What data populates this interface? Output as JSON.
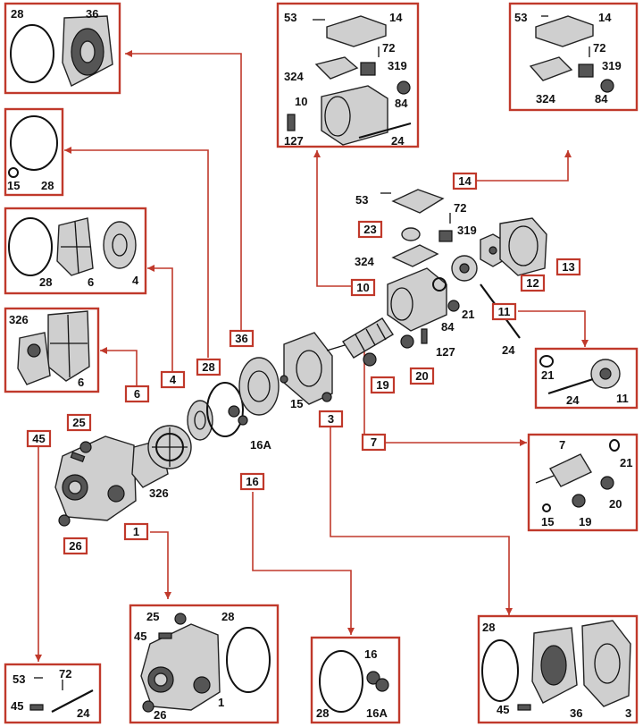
{
  "colors": {
    "accent": "#c0392b",
    "ink": "#111111",
    "part_fill": "#cfcfcf"
  },
  "callouts": {
    "c14": "14",
    "c23": "23",
    "c10": "10",
    "c13": "13",
    "c12": "12",
    "c11": "11",
    "c36": "36",
    "c28": "28",
    "c4": "4",
    "c6": "6",
    "c3": "3",
    "c19": "19",
    "c20": "20",
    "c7": "7",
    "c16": "16",
    "c1": "1",
    "c45": "45",
    "c25": "25",
    "c26": "26"
  },
  "main_labels": {
    "l53": "53",
    "l72": "72",
    "l319": "319",
    "l324": "324",
    "l21": "21",
    "l84": "84",
    "l127": "127",
    "l24": "24",
    "l15": "15",
    "l16A": "16A",
    "l326": "326"
  },
  "details": {
    "box36": {
      "l28": "28",
      "l36": "36"
    },
    "box28": {
      "l15": "15",
      "l28": "28"
    },
    "box4": {
      "l28": "28",
      "l6": "6",
      "l4": "4"
    },
    "box6": {
      "l326": "326",
      "l6": "6"
    },
    "box10": {
      "l53": "53",
      "l14": "14",
      "l72": "72",
      "l324": "324",
      "l319": "319",
      "l10": "10",
      "l84": "84",
      "l127": "127",
      "l24": "24"
    },
    "box14": {
      "l53": "53",
      "l14": "14",
      "l72": "72",
      "l319": "319",
      "l324": "324",
      "l84": "84"
    },
    "box11": {
      "l21": "21",
      "l24": "24",
      "l11": "11"
    },
    "box7": {
      "l7": "7",
      "l21": "21",
      "l20": "20",
      "l15": "15",
      "l19": "19"
    },
    "box1": {
      "l25": "25",
      "l28": "28",
      "l45": "45",
      "l26": "26",
      "l1": "1"
    },
    "box16": {
      "l16": "16",
      "l28": "28",
      "l16A": "16A"
    },
    "box3": {
      "l28": "28",
      "l45": "45",
      "l36": "36",
      "l3": "3"
    },
    "box45": {
      "l53": "53",
      "l72": "72",
      "l45": "45",
      "l24": "24"
    }
  }
}
